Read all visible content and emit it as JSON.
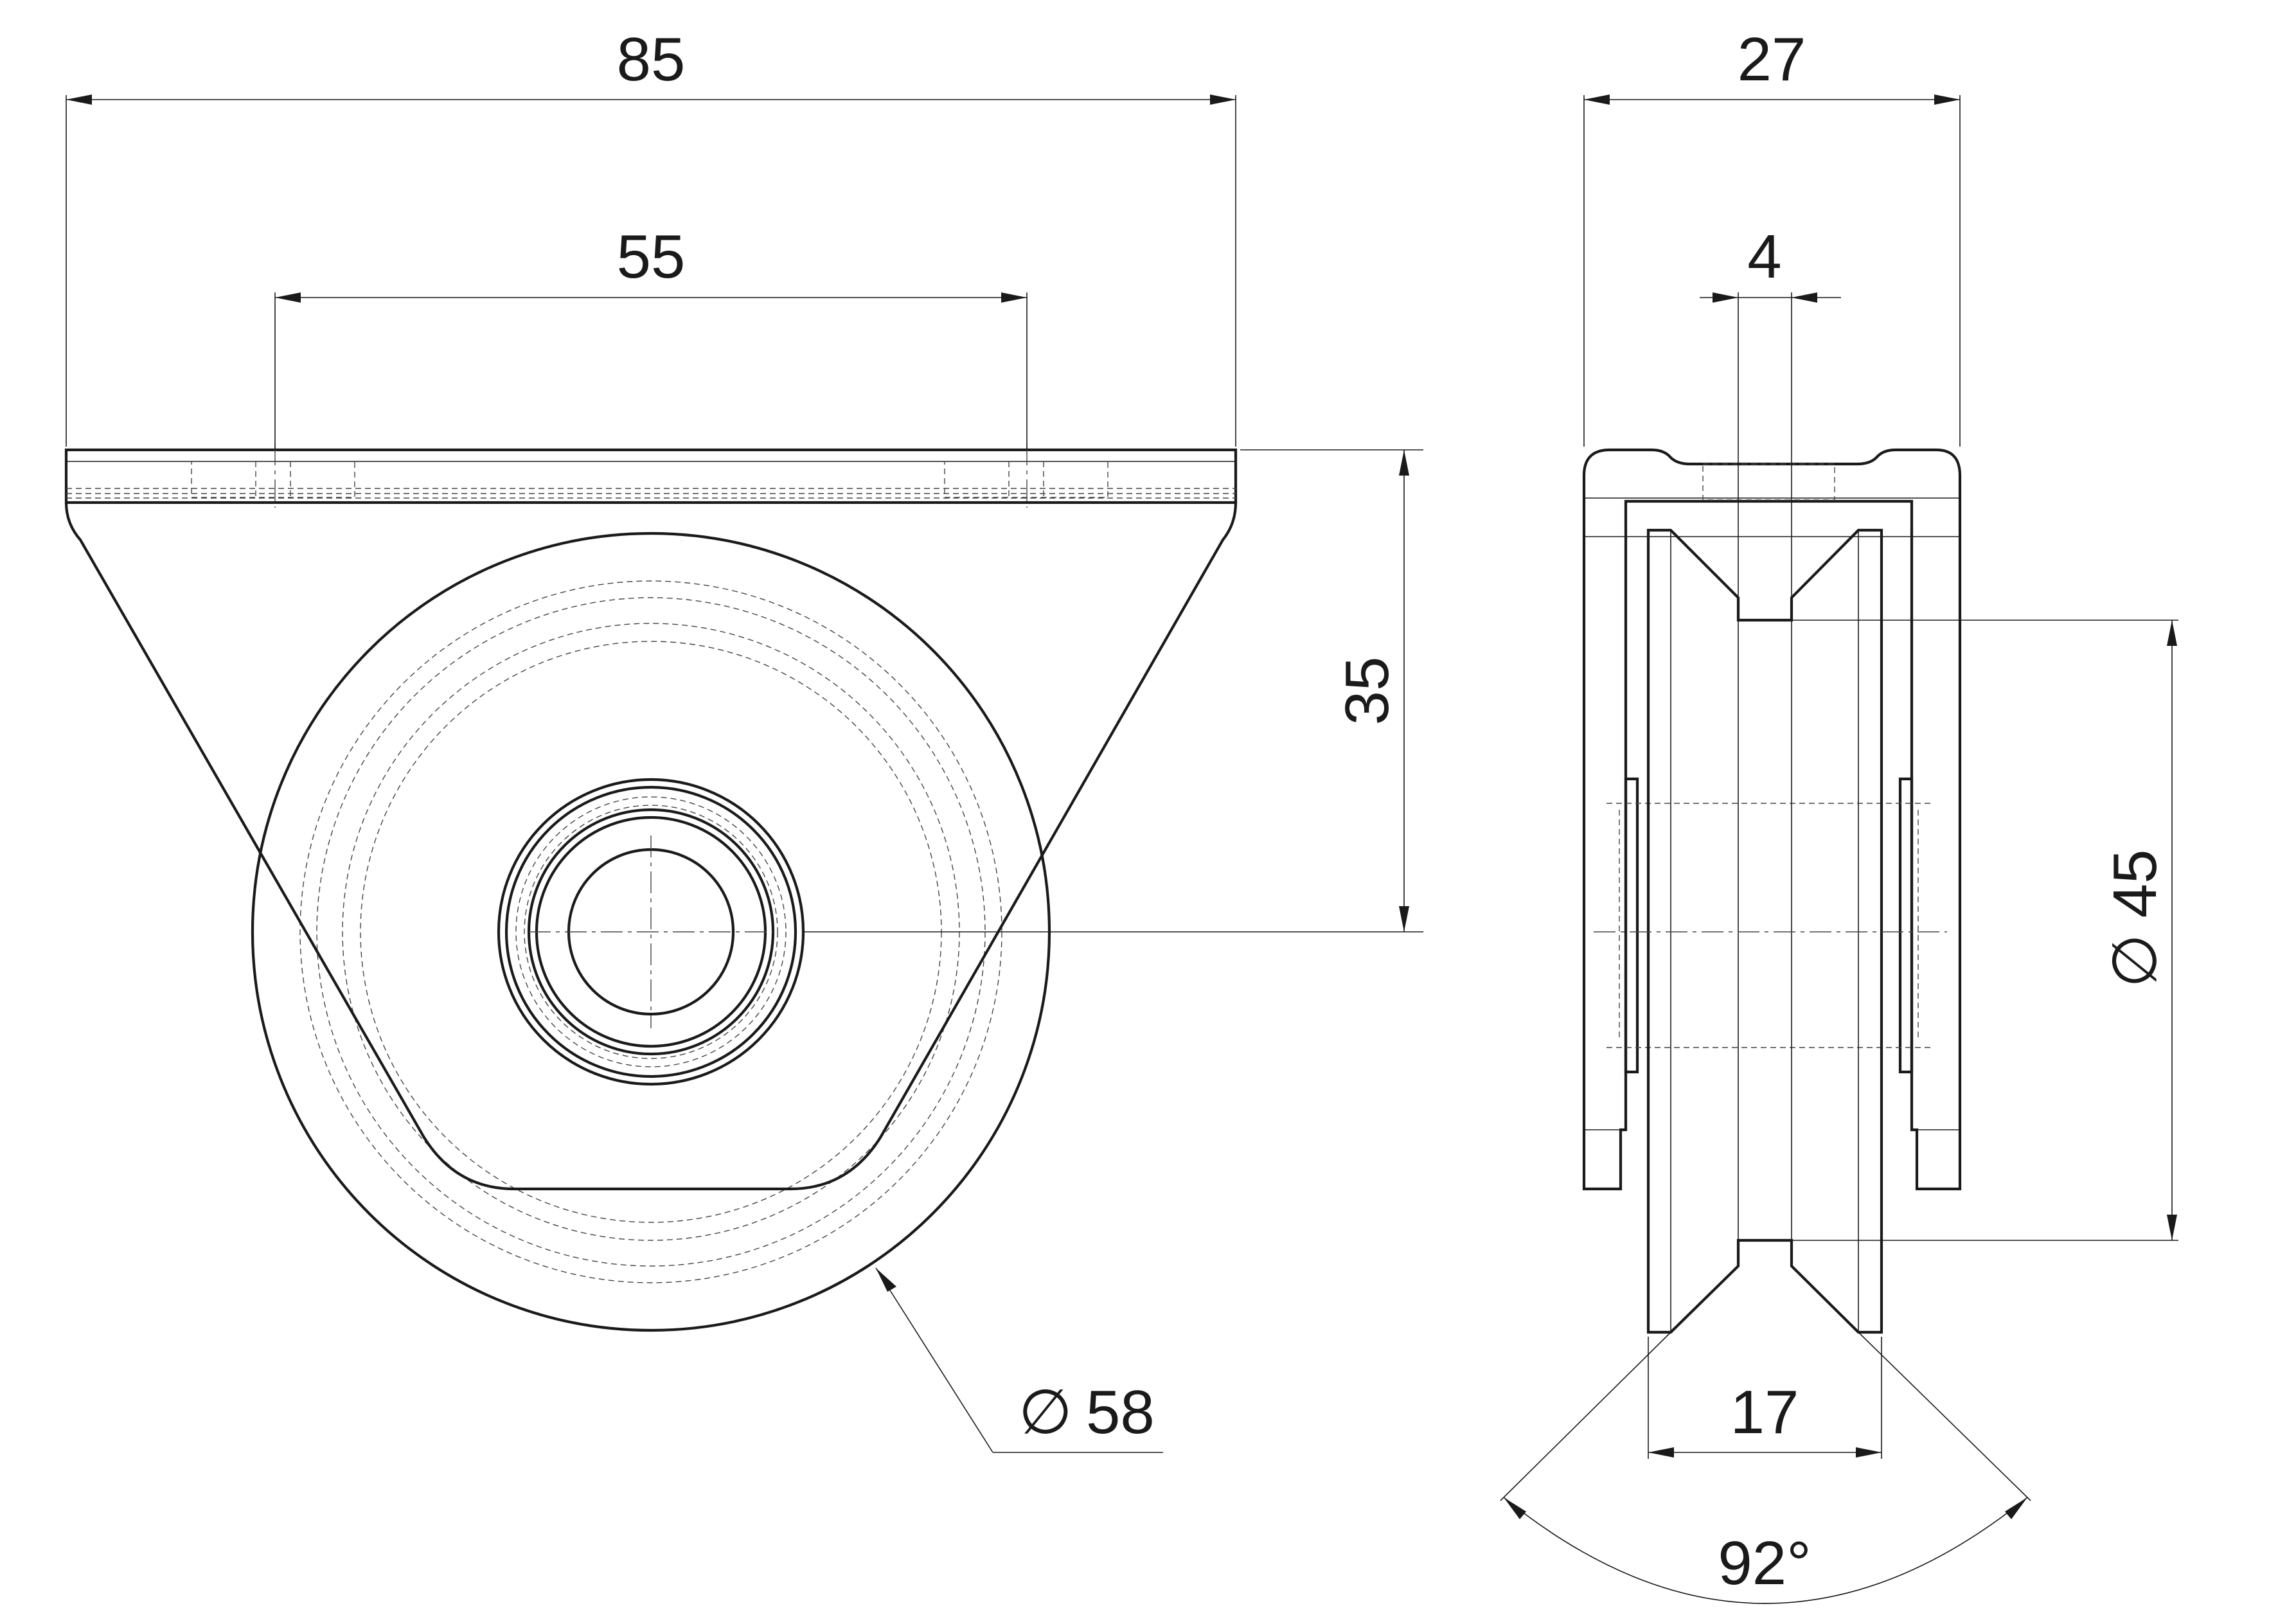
{
  "front_view": {
    "overall_width": "85",
    "hole_spacing": "55",
    "axle_height": "35",
    "wheel_diameter": "58",
    "diameter_symbol": "∅"
  },
  "side_view": {
    "overall_width": "27",
    "groove_bottom": "4",
    "wheel_width": "17",
    "groove_diameter": "45",
    "groove_angle": "92°",
    "diameter_symbol": "∅"
  }
}
